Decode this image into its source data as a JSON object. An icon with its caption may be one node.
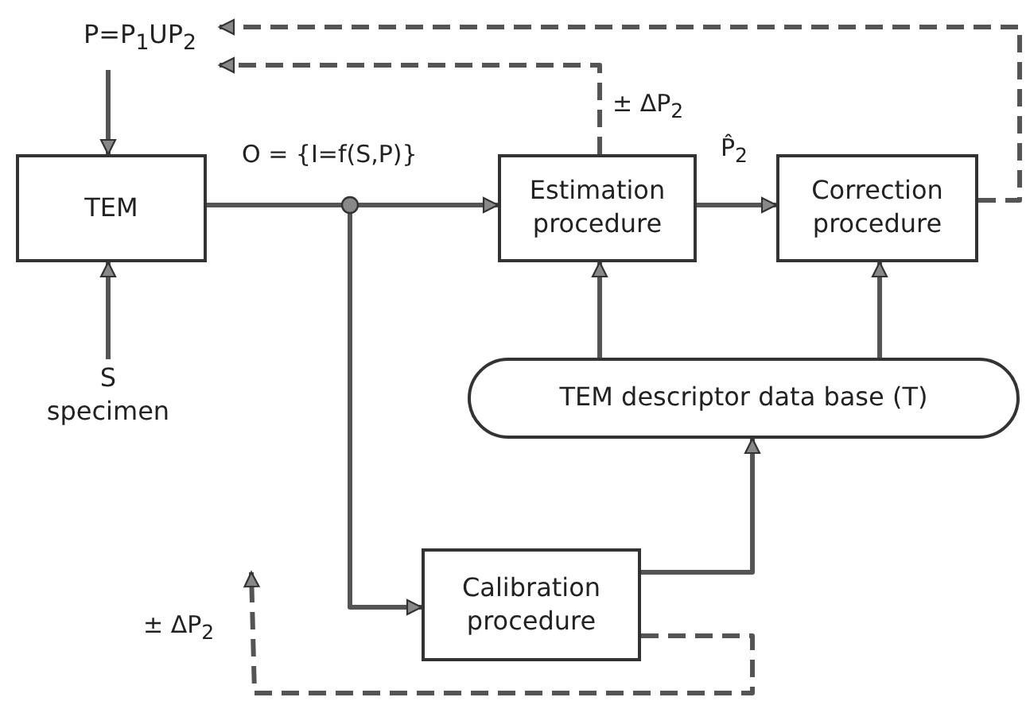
{
  "diagram": {
    "nodes": [
      {
        "text": [
          "P=P$_{1}$UP$_{2}$"
        ]
      },
      {
        "text": [
          "TEM"
        ]
      },
      {
        "text": [
          "Estimation procedure"
        ]
      },
      {
        "text": [
          "Correction procedure"
        ]
      },
      {
        "text": [
          "TEM descriptor data base (T)"
        ]
      },
      {
        "text": [
          "Calibration procedure"
        ]
      },
      {
        "text": [
          "S",
          "specimen"
        ]
      }
    ],
    "edges": [
      {
        "from": 0,
        "to": 1,
        "arrow": "to"
      },
      {
        "from": 6,
        "to": 1,
        "arrow": "to"
      },
      {
        "from": 1,
        "to": 2,
        "arrow": "to",
        "label": "O = {I=f(S,P)}"
      },
      {
        "from": 1,
        "to": 5,
        "arrow": "to"
      },
      {
        "from": 2,
        "to": 3,
        "arrow": "to",
        "label": "P̂$_{2}$"
      },
      {
        "from": 4,
        "to": 2,
        "arrow": "to"
      },
      {
        "from": 4,
        "to": 3,
        "arrow": "to"
      },
      {
        "from": 5,
        "to": 4,
        "arrow": "to"
      },
      {
        "from": 2,
        "to": 0,
        "arrow": "to",
        "style": "dashed",
        "label": "± ΔP$_{2}$"
      },
      {
        "from": 3,
        "to": 0,
        "arrow": "to",
        "style": "dashed"
      },
      {
        "from": 5,
        "to": null,
        "arrow": "to",
        "style": "dashed",
        "label": "± ΔP$_{2}$"
      }
    ]
  }
}
